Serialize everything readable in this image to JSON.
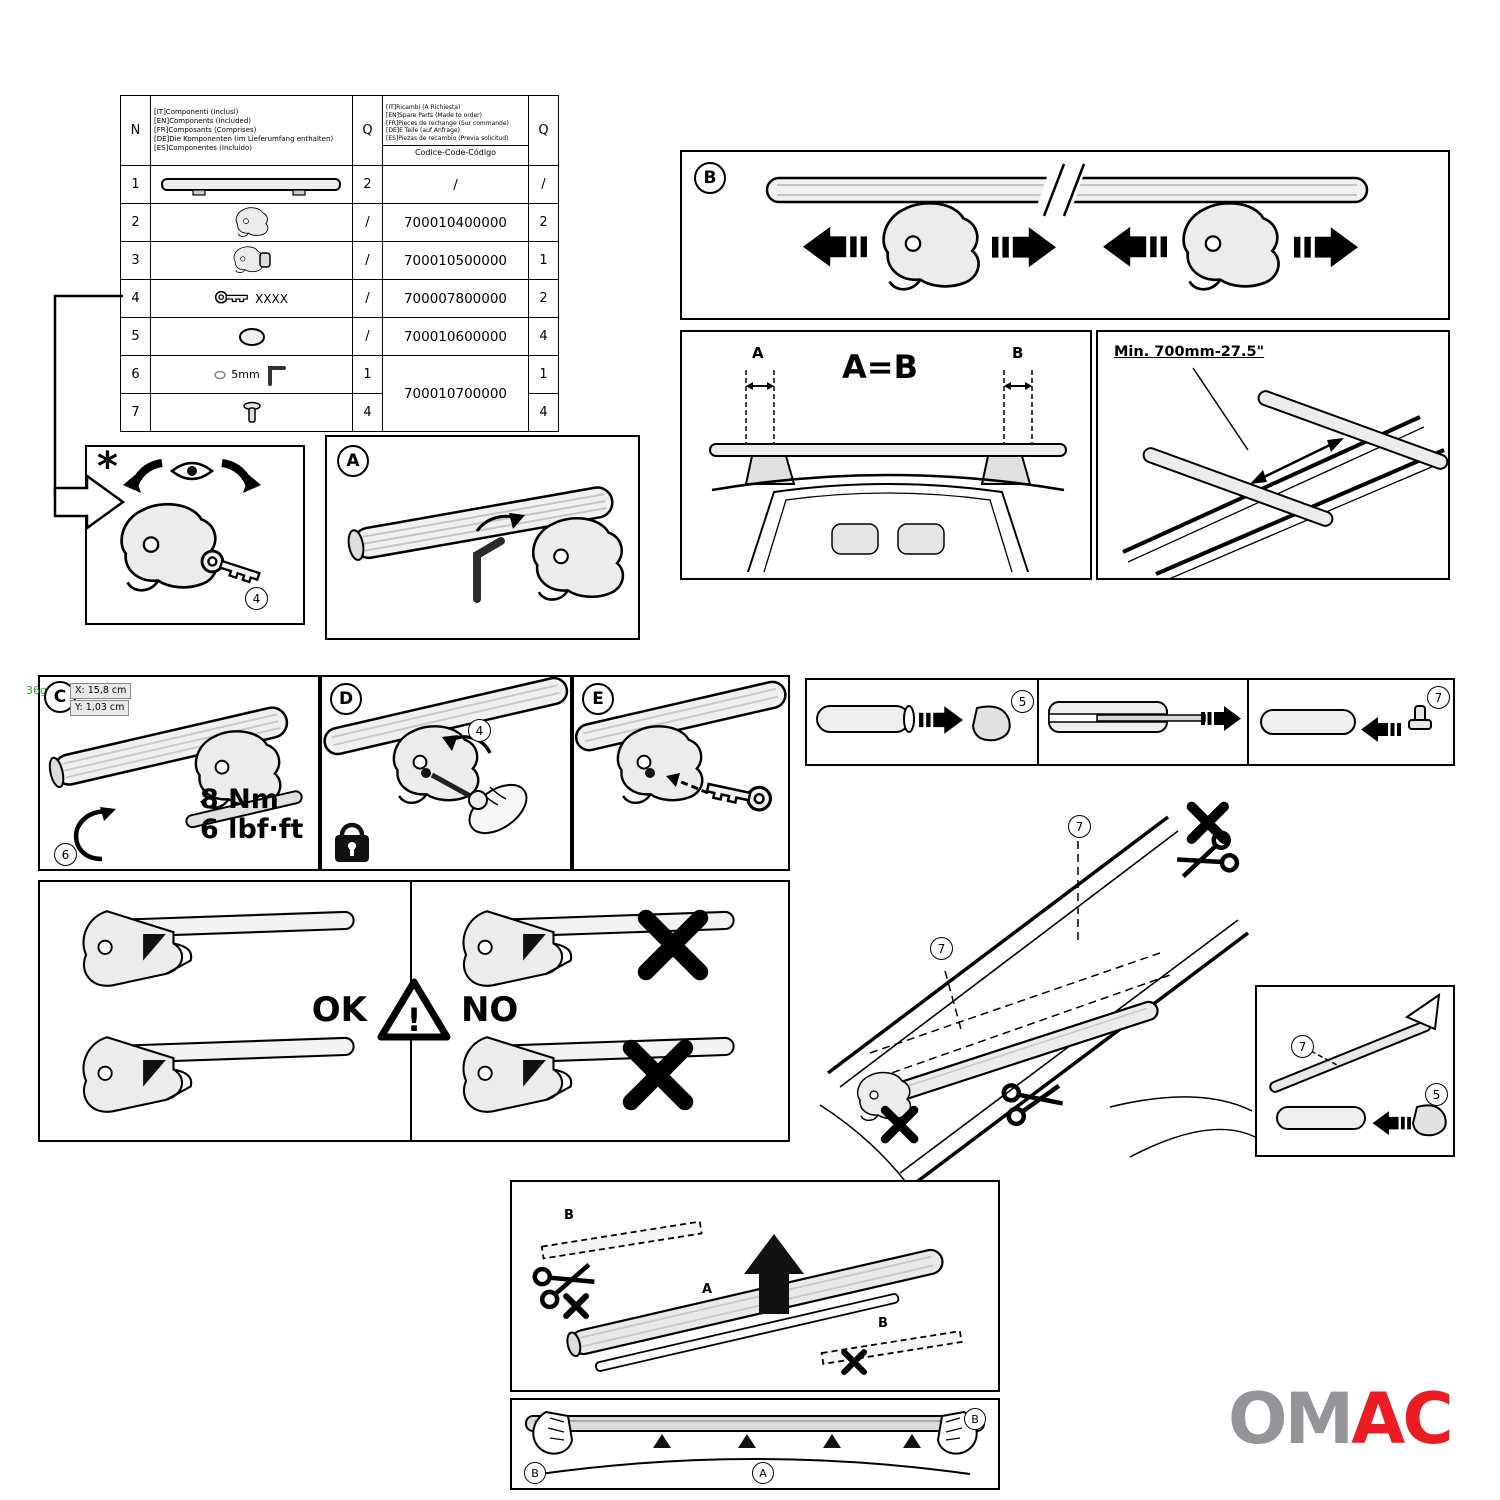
{
  "watermark": {
    "text": "36g",
    "color": "#3aa335"
  },
  "table": {
    "n": "N",
    "q": "Q",
    "q2": "Q",
    "included": "[IT]Componenti (Inclusi)\n[EN]Components (Included)\n[FR]Composants (Comprises)\n[DE]Die Komponenten (im Lieferumfang enthalten)\n[ES]Componentes (Incluido)",
    "spare": "[IT]Ricambi (A Richiesta)\n[EN]Spare Parts (Made to order)\n[FR]Pieces de rechange (Sur commande)\n[DE]E Teile (auf Anfrage)\n[ES]Piezas de recambio (Previa solicitud)",
    "code_header": "Codice-Code-Código",
    "rows": [
      {
        "n": "1",
        "q": "2",
        "code": "/",
        "sq": "/"
      },
      {
        "n": "2",
        "q": "/",
        "code": "700010400000",
        "sq": "2"
      },
      {
        "n": "3",
        "q": "/",
        "code": "700010500000",
        "sq": "1"
      },
      {
        "n": "4",
        "label": "XXXX",
        "q": "/",
        "code": "700007800000",
        "sq": "2"
      },
      {
        "n": "5",
        "q": "/",
        "code": "700010600000",
        "sq": "4"
      },
      {
        "n": "6",
        "label": "5mm",
        "q": "1",
        "code": "700010700000",
        "sq": "1"
      },
      {
        "n": "7",
        "q": "4",
        "sq": "4"
      }
    ]
  },
  "panels": {
    "star": {
      "label": "*",
      "callout": "4"
    },
    "a": {
      "label": "A"
    },
    "b": {
      "label": "B"
    },
    "aeqb": {
      "title": "A=B",
      "a": "A",
      "b": "B"
    },
    "min": {
      "title": "Min. 700mm-27.5\""
    },
    "c": {
      "label": "C",
      "x": "X: 15,8 cm",
      "y": "Y: 1,03 cm",
      "nm": "8 Nm",
      "lbf": "6 lbf·ft",
      "callout": "6"
    },
    "d": {
      "label": "D",
      "callout": "4"
    },
    "e": {
      "label": "E"
    },
    "caps": {
      "c5": "5",
      "c7": "7"
    },
    "okno": {
      "ok": "OK",
      "no": "NO",
      "warning": "!"
    },
    "roof": {
      "callout": "7"
    },
    "detail": {
      "c7": "7",
      "c5": "5"
    },
    "install": {
      "a": "A",
      "b": "B"
    },
    "hands": {
      "a": "A",
      "b": "B"
    }
  },
  "logo": {
    "om": "OM",
    "ac": "AC",
    "om_color": "#939598",
    "ac_color": "#ec1c24"
  }
}
